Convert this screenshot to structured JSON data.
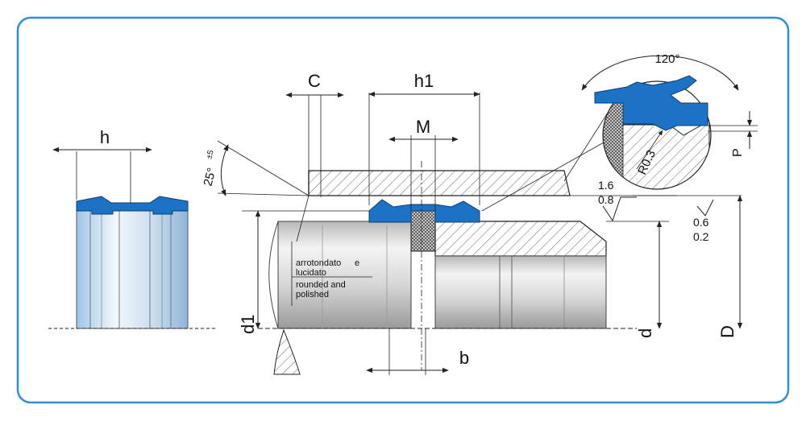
{
  "colors": {
    "frame": "#2f8fd6",
    "seal_blue": "#1c72c4",
    "metal_light": "#f2f2f2",
    "metal_mid": "#cfcfcf",
    "metal_dark": "#9a9a9a",
    "hatch": "#555555",
    "line": "#222222"
  },
  "labels": {
    "h": "h",
    "C": "C",
    "h1": "h1",
    "M": "M",
    "angle_120": "120°",
    "angle_25": "25°",
    "angle_tol": "±5",
    "roughness_1": "1.6",
    "roughness_2": "0.8",
    "roughness_3": "0.6",
    "roughness_4": "0.2",
    "radius": "R0.3",
    "P": "P",
    "d1": "d1",
    "d": "d",
    "D": "D",
    "b": "b",
    "note_it_1": "arrotondato",
    "note_it_e": "e",
    "note_it_2": "lucidato",
    "note_en_1": "rounded and",
    "note_en_2": "polished"
  }
}
